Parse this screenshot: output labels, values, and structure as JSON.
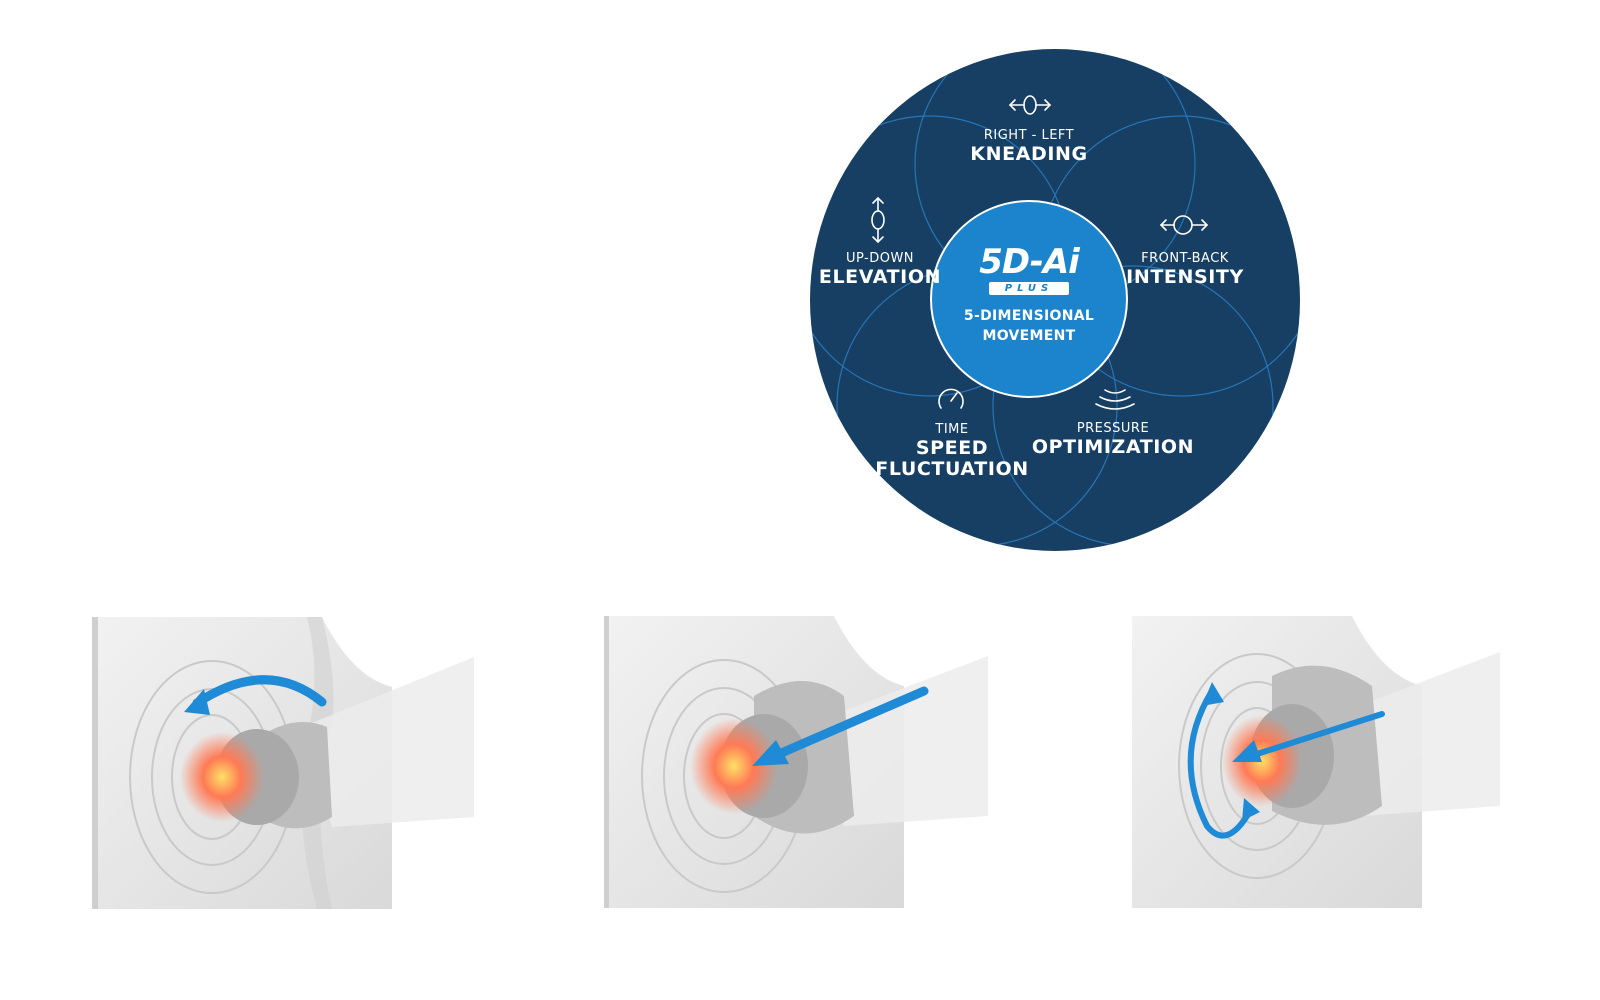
{
  "diagram": {
    "logo": {
      "main": "5D-Ai",
      "sub": "PLUS"
    },
    "center_text": [
      "5-DIMENSIONAL",
      "MOVEMENT"
    ],
    "dimensions": [
      {
        "sub": "RIGHT - LEFT",
        "main": "KNEADING",
        "icon": "left-right-arrows-icon"
      },
      {
        "sub": "FRONT-BACK",
        "main": "INTENSITY",
        "icon": "front-back-arrows-icon"
      },
      {
        "sub": "PRESSURE",
        "main": "OPTIMIZATION",
        "icon": "pressure-waves-icon"
      },
      {
        "sub": "TIME",
        "main": "SPEED\nFLUCTUATION",
        "main_lines": [
          "SPEED",
          "FLUCTUATION"
        ],
        "icon": "speedometer-icon"
      },
      {
        "sub": "UP-DOWN",
        "main": "ELEVATION",
        "icon": "up-down-arrows-icon"
      }
    ],
    "colors": {
      "outer": "#173f63",
      "inner": "#1b84cc",
      "ring": "#2a7bbf",
      "text": "#ffffff"
    }
  },
  "panels": [
    {
      "name": "kneading-illustration",
      "arrow": "curved-arrow"
    },
    {
      "name": "intensity-illustration",
      "arrow": "straight-arrow"
    },
    {
      "name": "optimization-illustration",
      "arrow": "arc-and-straight-arrow"
    }
  ],
  "colors": {
    "arrow": "#1f8ad6",
    "glow_hot": "#ff6a4a",
    "glow_core": "#ffe066",
    "surface": "#e6e6e6"
  }
}
